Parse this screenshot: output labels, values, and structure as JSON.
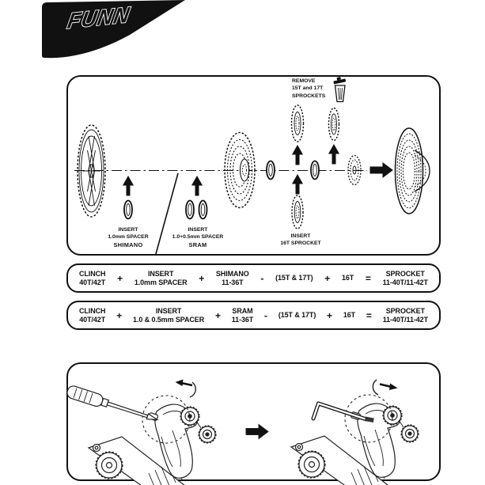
{
  "logo": {
    "text": "FUNN"
  },
  "colors": {
    "ink": "#111111",
    "paper": "#ffffff"
  },
  "icons": {
    "trash": "trash-icon",
    "arrow_up": "black up arrow",
    "arrow_right": "black right arrow",
    "rotate_ccw": "counterclockwise rotation arrow",
    "rotate_cw": "clockwise rotation arrow"
  },
  "diagram": {
    "remove_note": {
      "line1": "REMOVE",
      "line2": "15T and 17T",
      "line3": "SPROCKETS"
    },
    "shimano_note": {
      "line1": "INSERT",
      "line2": "1.0mm SPACER",
      "line3": "SHIMANO"
    },
    "sram_note": {
      "line1": "INSERT",
      "line2": "1.0+0.5mm SPACER",
      "line3": "SRAM"
    },
    "insert_16t_note": {
      "line1": "INSERT",
      "line2": "16T SPROCKET"
    }
  },
  "formulas": {
    "row1": {
      "c1a": "CLINCH",
      "c1b": "40T/42T",
      "op1": "+",
      "c2a": "INSERT",
      "c2b": "1.0mm SPACER",
      "op2": "+",
      "c3a": "SHIMANO",
      "c3b": "11-36T",
      "op3": "-",
      "c4": "(15T & 17T)",
      "op4": "+",
      "c5": "16T",
      "op5": "=",
      "c6a": "SPROCKET",
      "c6b": "11-40T/11-42T"
    },
    "row2": {
      "c1a": "CLINCH",
      "c1b": "40T/42T",
      "op1": "+",
      "c2a": "INSERT",
      "c2b": "1.0 & 0.5mm SPACER",
      "op2": "+",
      "c3a": "SRAM",
      "c3b": "11-36T",
      "op3": "-",
      "c4": "(15T & 17T)",
      "op4": "+",
      "c5": "16T",
      "op5": "=",
      "c6a": "SPROCKET",
      "c6b": "11-40T/11-42T"
    }
  }
}
